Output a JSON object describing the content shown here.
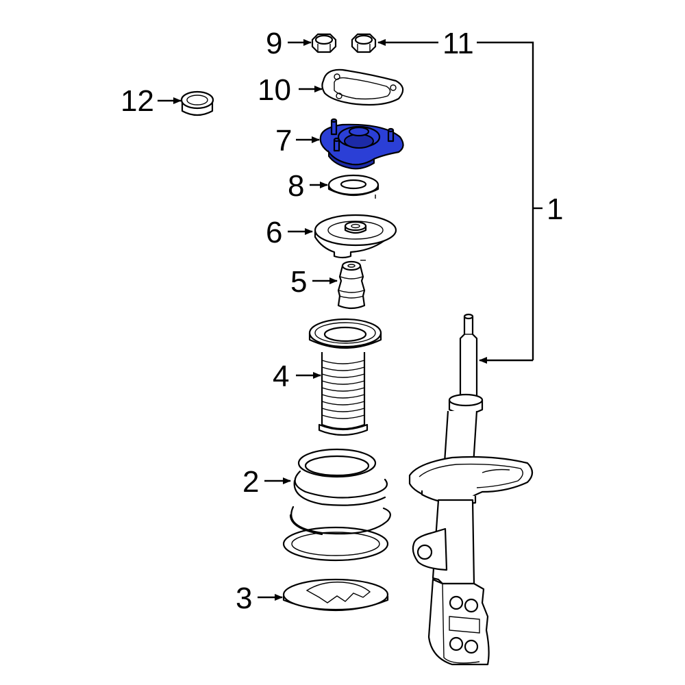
{
  "callouts": {
    "c1": "1",
    "c2": "2",
    "c3": "3",
    "c4": "4",
    "c5": "5",
    "c6": "6",
    "c7": "7",
    "c8": "8",
    "c9": "9",
    "c10": "10",
    "c11": "11",
    "c12": "12"
  },
  "highlighted_part": "7",
  "colors": {
    "highlight": "#2b3fd6",
    "line": "#000000",
    "background": "#ffffff"
  }
}
